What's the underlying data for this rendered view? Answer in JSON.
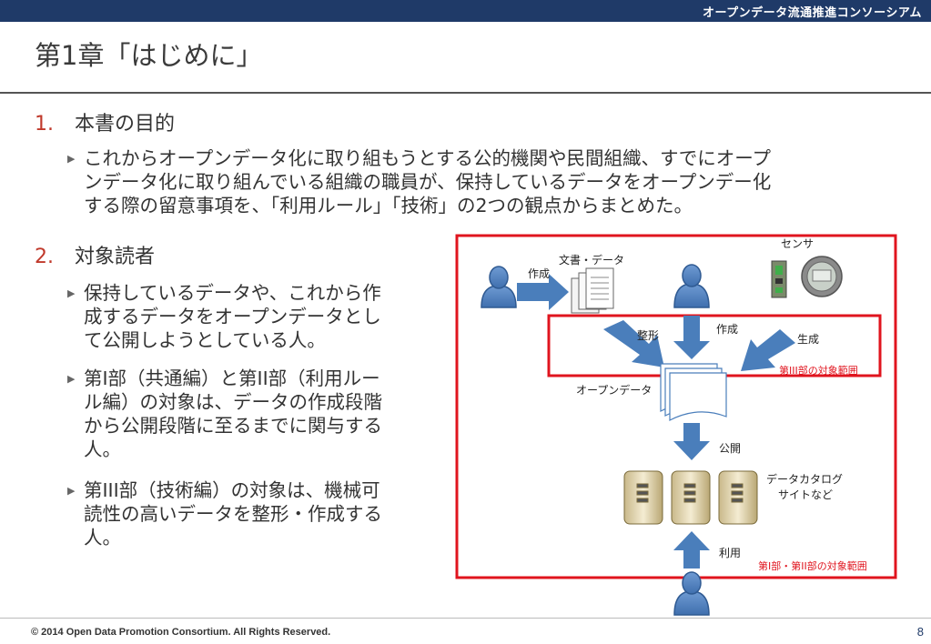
{
  "header": {
    "org": "オープンデータ流通推進コンソーシアム"
  },
  "title": "第1章「はじめに」",
  "sections": [
    {
      "num": "1.",
      "heading": "本書の目的",
      "bullets": [
        [
          "これからオープンデータ化に取り組もうとする公的機関や民間組織、すでにオープ",
          "ンデータ化に取り組んでいる組織の職員が、保持しているデータをオープンデー化",
          "する際の留意事項を、「利用ルール」「技術」の2つの観点からまとめた。"
        ]
      ]
    },
    {
      "num": "2.",
      "heading": "対象読者",
      "bullets": [
        [
          "保持しているデータや、これから作",
          "成するデータをオープンデータとし",
          "て公開しようとしている人。"
        ],
        [
          "第I部（共通編）と第II部（利用ルー",
          "ル編）の対象は、データの作成段階",
          "から公開段階に至るまでに関与する",
          "人。"
        ],
        [
          "第III部（技術編）の対象は、機械可",
          "読性の高いデータを整形・作成する",
          "人。"
        ]
      ]
    }
  ],
  "diagram": {
    "labels": {
      "sensor": "センサ",
      "document": "文書・データ",
      "create1": "作成",
      "create2": "作成",
      "format": "整形",
      "generate": "生成",
      "scope3": "第III部の対象範囲",
      "opendata": "オープンデータ",
      "publish": "公開",
      "catalog1": "データカタログ",
      "catalog2": "サイトなど",
      "use": "利用",
      "scope12": "第I部・第II部の対象範囲"
    },
    "colors": {
      "arrow": "#4a7ebb",
      "frame": "#e0141e",
      "person": "#4a7ebb"
    }
  },
  "footer": {
    "copyright": "© 2014 Open Data Promotion Consortium. All Rights Reserved.",
    "page": "8"
  }
}
